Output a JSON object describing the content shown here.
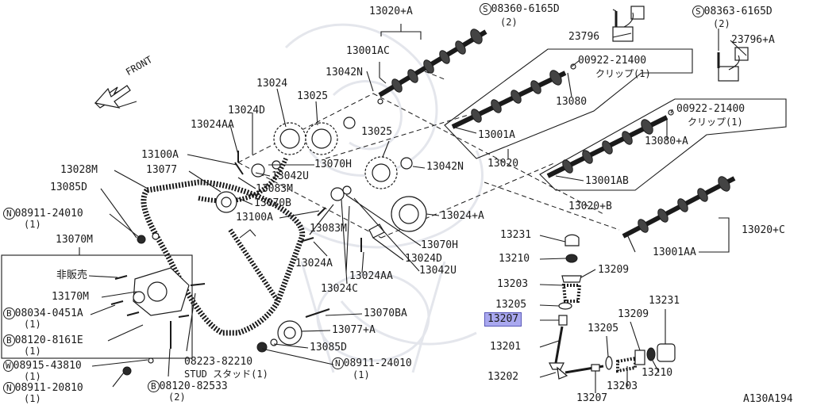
{
  "diagram": {
    "front_label": "FRONT",
    "ref_code": "A130A194",
    "labels": {
      "p13020a": "13020+A",
      "p13001ac": "13001AC",
      "p13042n_a": "13042N",
      "p13024": "13024",
      "p13025_a": "13025",
      "p13024d_a": "13024D",
      "p13024aa_a": "13024AA",
      "p13100a_a": "13100A",
      "p13077": "13077",
      "p13028m": "13028M",
      "p13085d_a": "13085D",
      "p08911_24010_a": "08911-24010",
      "p13070m": "13070M",
      "p_hihanbai": "非販売",
      "p13170m": "13170M",
      "p08034": "08034-0451A",
      "p08120_8161e": "08120-8161E",
      "p08915": "08915-43810",
      "p08911_20810": "08911-20810",
      "p08120_82533": "08120-82533",
      "p08223": "08223-82210",
      "stud": "STUD スタッド(1)",
      "p13070h_a": "13070H",
      "p13042u_a": "13042U",
      "p13083m_a": "13083M",
      "p13070b": "13070B",
      "p13100a_b": "13100A",
      "p13083m_b": "13083M",
      "p13024a": "13024A",
      "p13024aa_b": "13024AA",
      "p13024c": "13024C",
      "p13025_b": "13025",
      "p13042n_b": "13042N",
      "p13024pa": "13024+A",
      "p13070h_b": "13070H",
      "p13024d_b": "13024D",
      "p13042u_b": "13042U",
      "p13070ba": "13070BA",
      "p13077pa": "13077+A",
      "p13085d_b": "13085D",
      "p08911_24010_b": "08911-24010",
      "p08360": "08360-6165D",
      "p23796": "23796",
      "p08363": "08363-6165D",
      "p23796a": "23796+A",
      "p00922_a": "00922-21400",
      "clip_a": "クリップ(1)",
      "p13080": "13080",
      "p13001a": "13001A",
      "p13020": "13020",
      "p00922_b": "00922-21400",
      "clip_b": "クリップ(1)",
      "p13080a": "13080+A",
      "p13001ab": "13001AB",
      "p13020b": "13020+B",
      "p13020c": "13020+C",
      "p13001aa": "13001AA",
      "p13231_a": "13231",
      "p13210_a": "13210",
      "p13209_a": "13209",
      "p13203_a": "13203",
      "p13205_a": "13205",
      "p13207_a": "13207",
      "p13201": "13201",
      "p13202": "13202",
      "p13205_b": "13205",
      "p13209_b": "13209",
      "p13231_b": "13231",
      "p13207_b": "13207",
      "p13203_b": "13203",
      "p13210_b": "13210"
    },
    "qty": {
      "q2": "(2)",
      "q1": "(1)"
    },
    "prefix": {
      "S": "S",
      "N": "N",
      "B": "B",
      "W": "W"
    },
    "highlight_color": "#a9a8ef"
  }
}
